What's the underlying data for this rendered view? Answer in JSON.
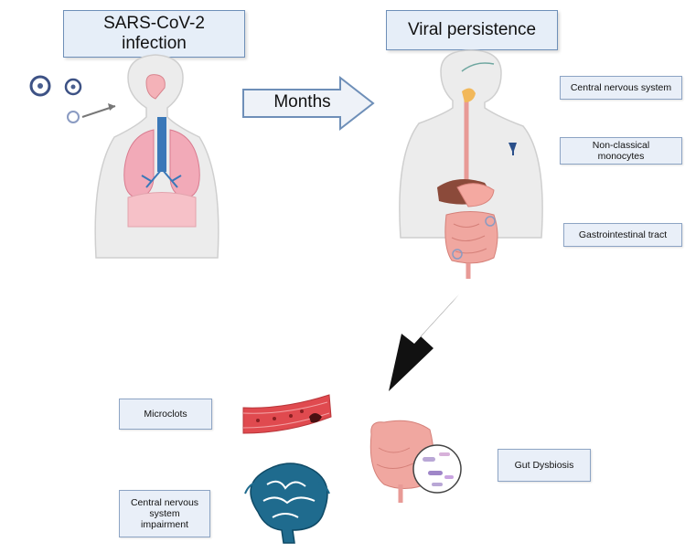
{
  "boxes": {
    "infection": "SARS-CoV-2\ninfection",
    "persistence": "Viral persistence",
    "months": "Months",
    "cns": "Central nervous system",
    "monocytes": "Non-classical\nmonocytes",
    "gi": "Gastrointestinal tract",
    "microclots": "Microclots",
    "dysbiosis": "Gut Dysbiosis",
    "cns_impairment": "Central nervous\nsystem\nimpairment"
  },
  "colors": {
    "box_fill": "#e6eef8",
    "box_border": "#6e8fb8",
    "body": "#ececec",
    "lung": "#f2aab8",
    "airway": "#3a78b8",
    "brain": "#1f6b8e",
    "blood_vessel": "#e04a4f",
    "intestine": "#f0a7a0",
    "arrow_black": "#111111"
  }
}
